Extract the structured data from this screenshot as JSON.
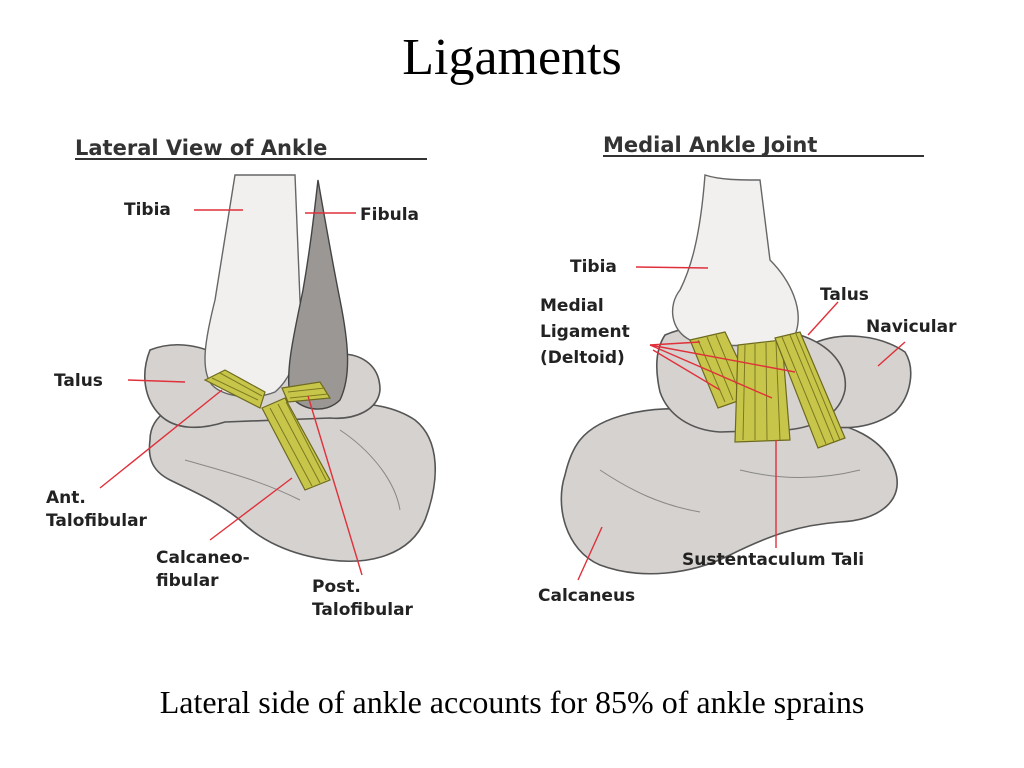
{
  "slide": {
    "title": "Ligaments",
    "caption": "Lateral side of ankle accounts for 85% of ankle sprains"
  },
  "lateral": {
    "title": "Lateral View of Ankle",
    "labels": {
      "tibia": "Tibia",
      "fibula": "Fibula",
      "talus": "Talus",
      "ant_talofibular_1": "Ant.",
      "ant_talofibular_2": "Talofibular",
      "calcaneofibular_1": "Calcaneo-",
      "calcaneofibular_2": "fibular",
      "post_talofibular_1": "Post.",
      "post_talofibular_2": "Talofibular"
    }
  },
  "medial": {
    "title": "Medial Ankle Joint",
    "labels": {
      "tibia": "Tibia",
      "talus": "Talus",
      "navicular": "Navicular",
      "medial_ligament_1": "Medial",
      "medial_ligament_2": "Ligament",
      "medial_ligament_3": "(Deltoid)",
      "sustentaculum_tali": "Sustentaculum Tali",
      "calcaneus": "Calcaneus"
    }
  },
  "colors": {
    "ligament": "#c8c64a",
    "leader_line": "#e0303a",
    "bone": "#d6d2cf"
  }
}
